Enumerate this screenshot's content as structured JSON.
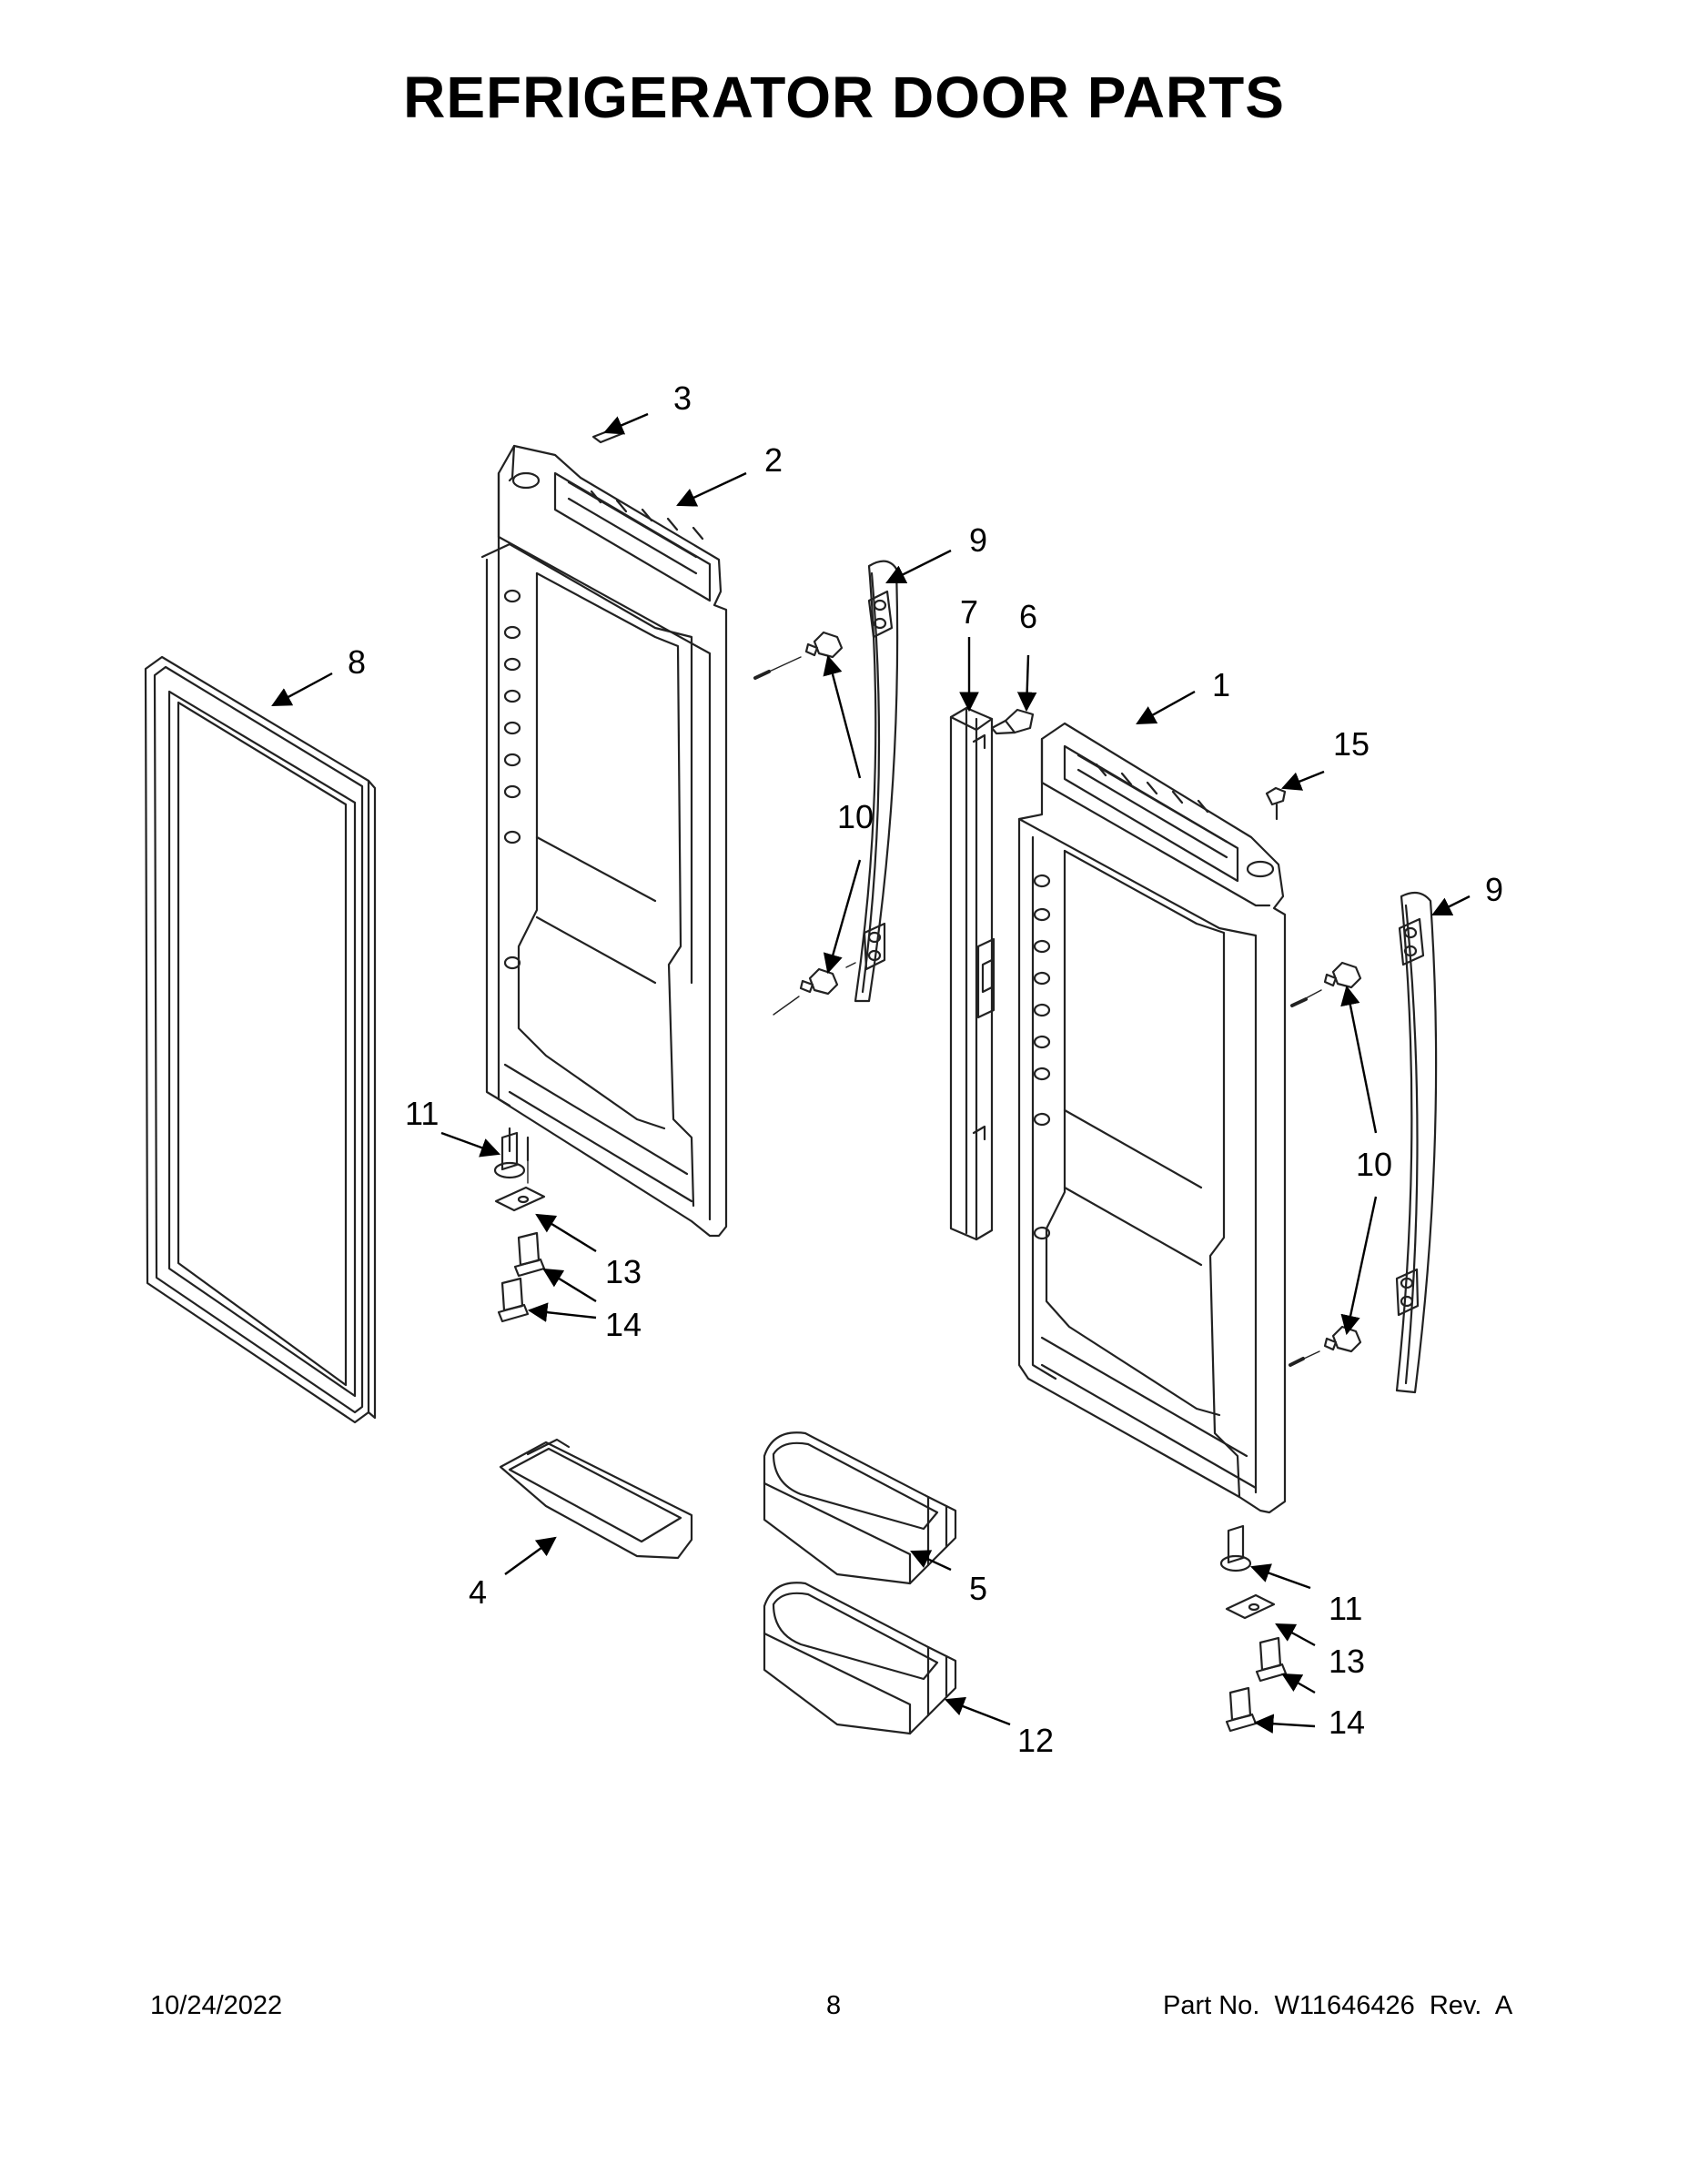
{
  "title": "REFRIGERATOR DOOR PARTS",
  "callouts": {
    "c1": "1",
    "c2": "2",
    "c3": "3",
    "c4": "4",
    "c5": "5",
    "c6": "6",
    "c7": "7",
    "c8": "8",
    "c9a": "9",
    "c9b": "9",
    "c10a": "10",
    "c10b": "10",
    "c11a": "11",
    "c11b": "11",
    "c12": "12",
    "c13a": "13",
    "c13b": "13",
    "c14a": "14",
    "c14b": "14",
    "c15": "15"
  },
  "footer": {
    "date": "10/24/2022",
    "page": "8",
    "part_number": "Part No.  W11646426  Rev.  A"
  }
}
